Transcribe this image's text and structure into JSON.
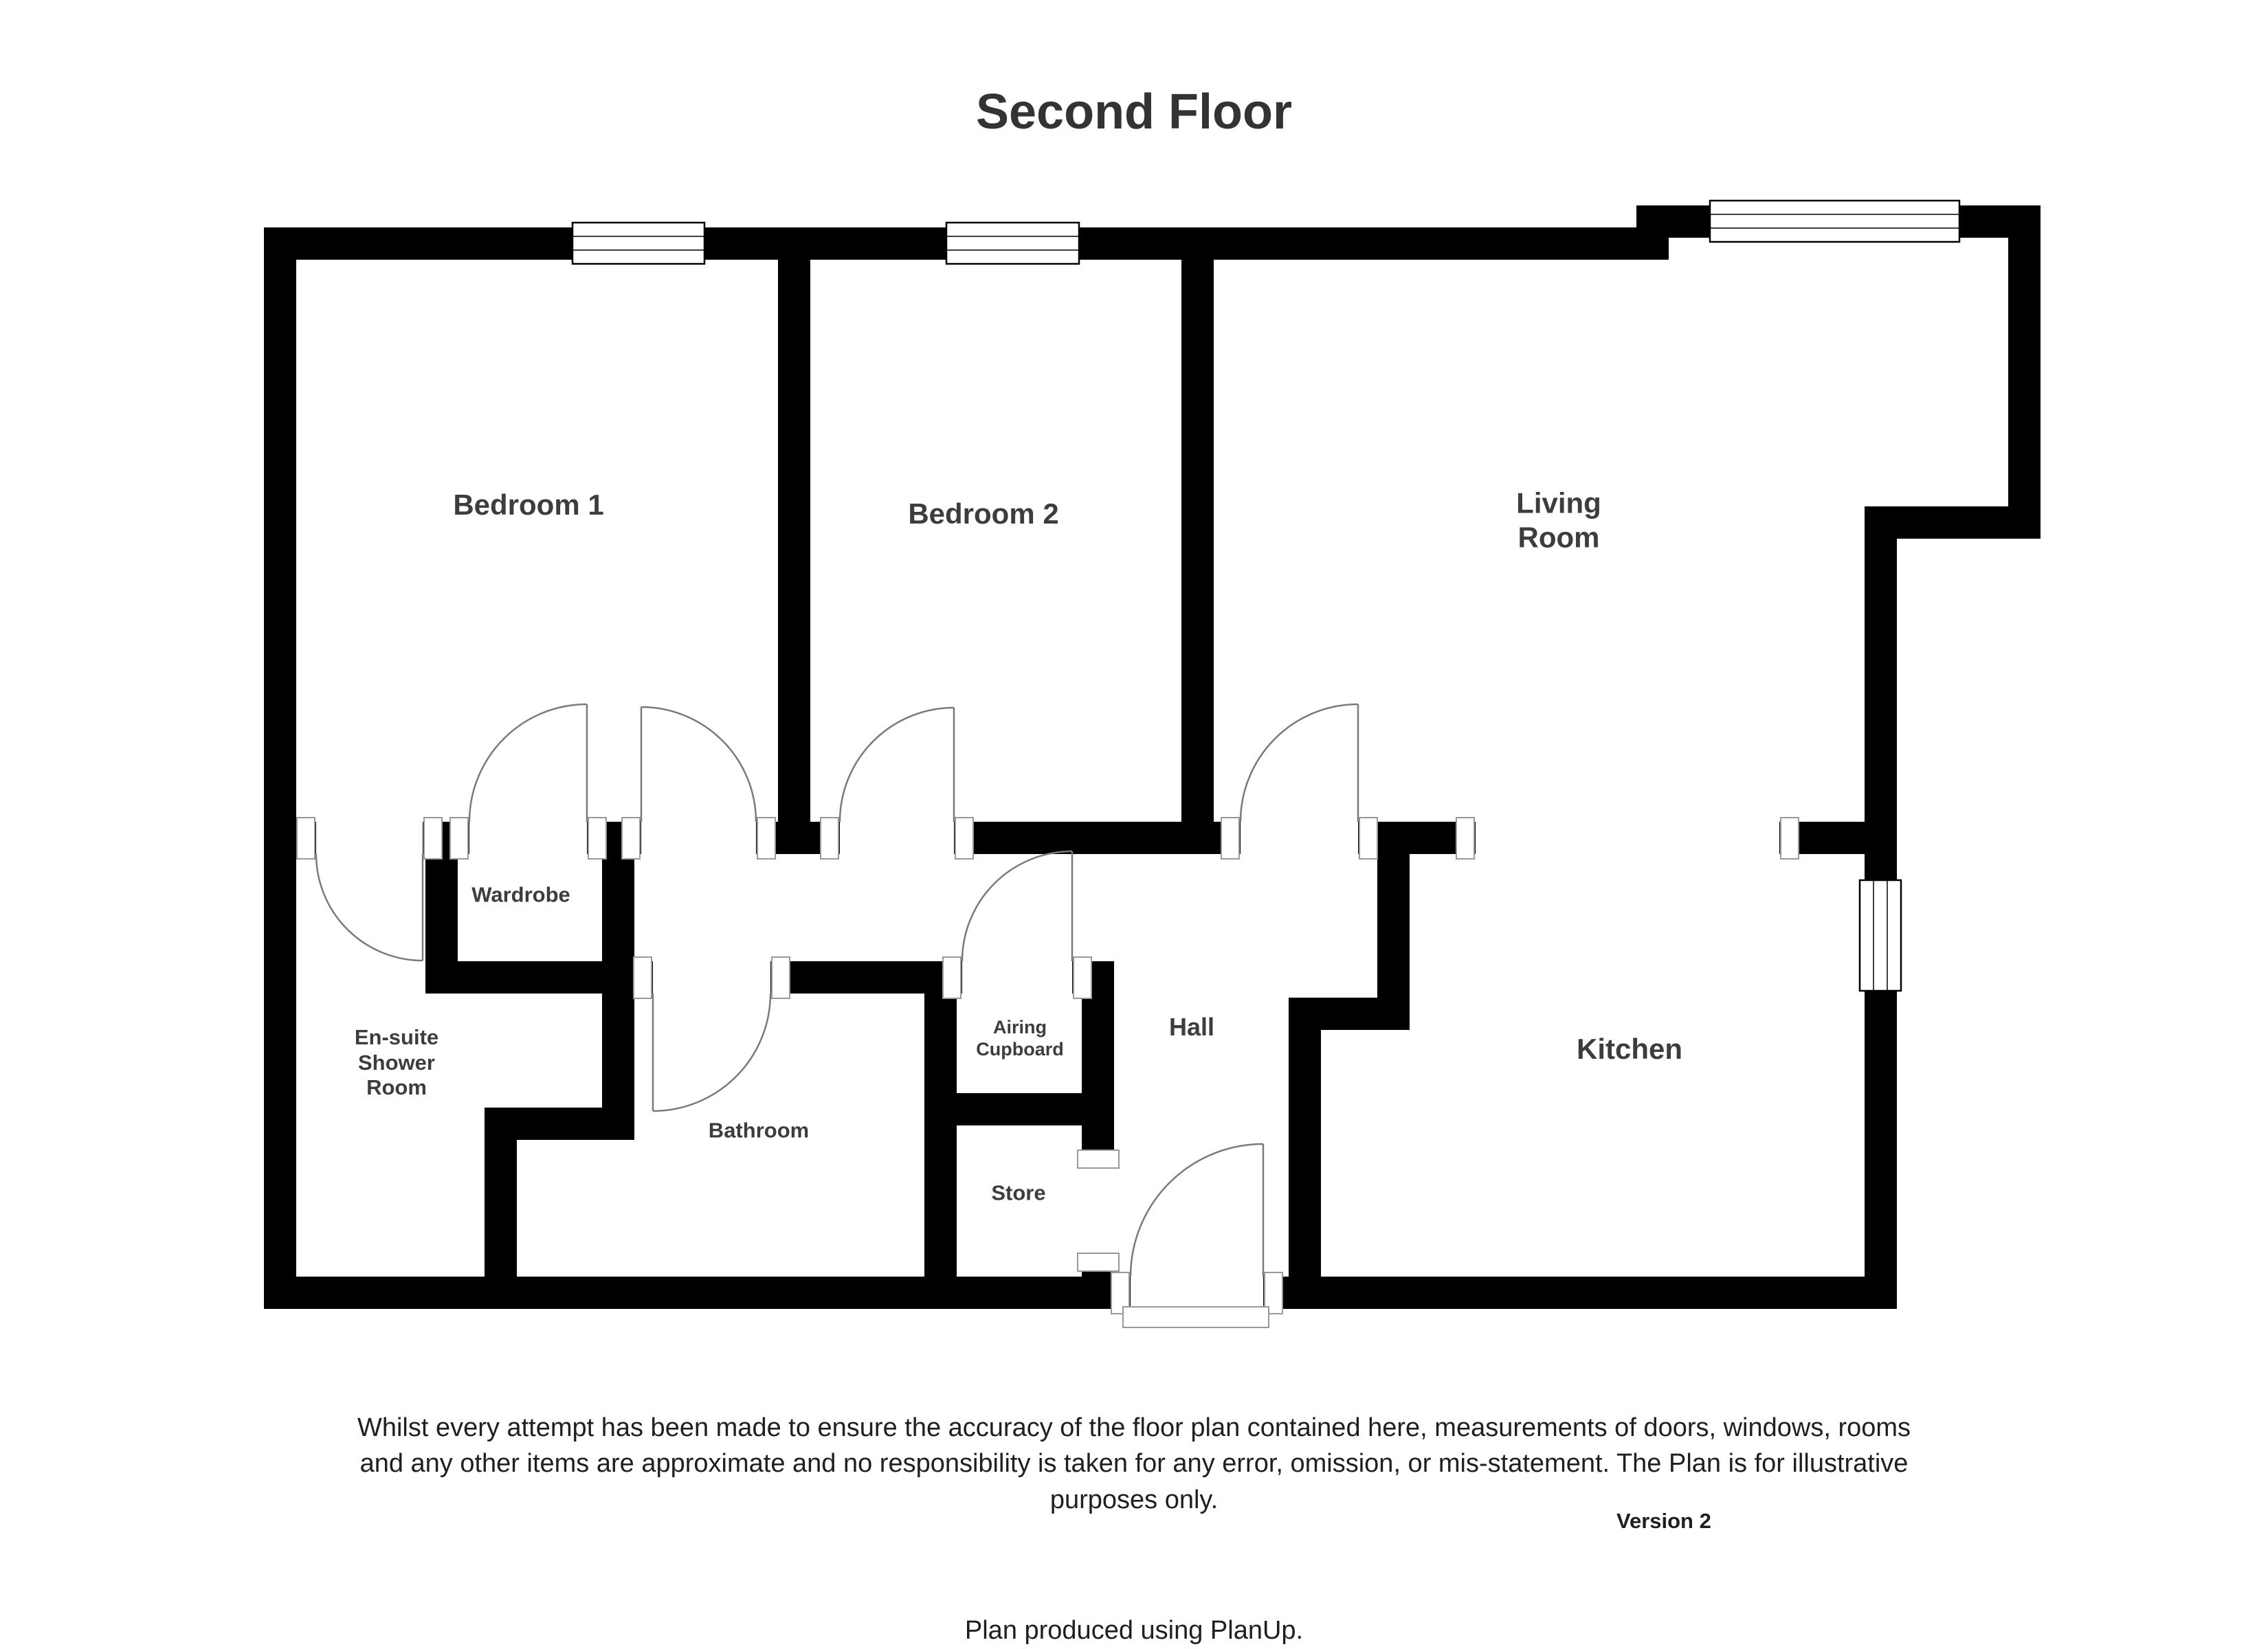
{
  "title": "Second Floor",
  "rooms": {
    "bedroom1": "Bedroom 1",
    "bedroom2": "Bedroom 2",
    "living": "Living\nRoom",
    "wardrobe": "Wardrobe",
    "ensuite": "En-suite\nShower\nRoom",
    "bathroom": "Bathroom",
    "airing": "Airing\nCupboard",
    "hall": "Hall",
    "store": "Store",
    "kitchen": "Kitchen"
  },
  "footer": {
    "disclaimer": "Whilst every attempt has been made to ensure the accuracy of the floor plan contained here, measurements of doors, windows, rooms and any other items are approximate and no responsibility is taken for any error, omission, or mis-statement. The Plan is for illustrative purposes only.",
    "version": "Version 2",
    "credit": "Plan produced using PlanUp."
  },
  "colors": {
    "wall": "#000000",
    "label_text": "#3d3d3d",
    "door_stroke": "#7a7a7a"
  }
}
